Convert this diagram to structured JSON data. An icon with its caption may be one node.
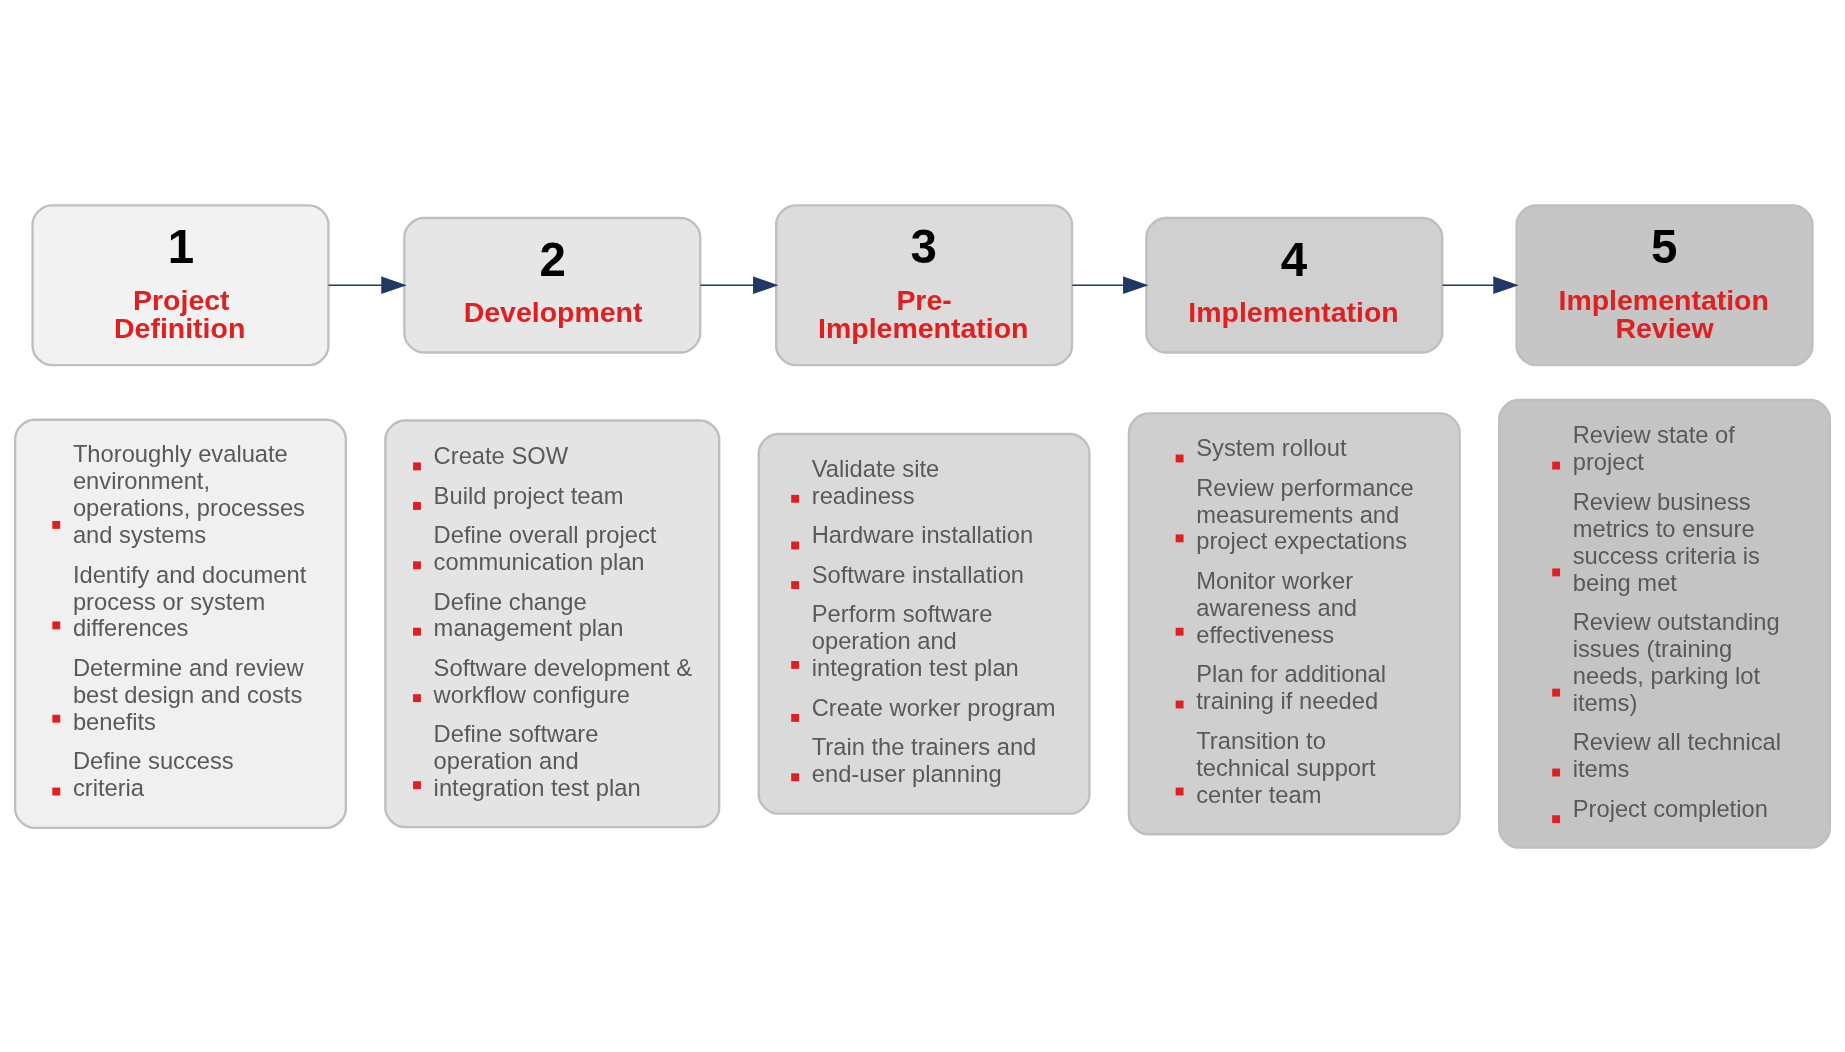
{
  "diagram": {
    "nodes": [
      {
        "text": [
          "1",
          "Project Definition"
        ]
      },
      {
        "text": [
          "2",
          "Development"
        ]
      },
      {
        "text": [
          "3",
          "Pre-Implementation"
        ]
      },
      {
        "text": [
          "4",
          "Implementation"
        ]
      },
      {
        "text": [
          "5",
          "Implementation Review"
        ]
      },
      {
        "text": [
          "Thoroughly evaluate environment, operations, processes and systems",
          "Identify and document process or system differences",
          "Determine and review best design and costs benefits",
          "Define success criteria"
        ]
      },
      {
        "text": [
          "Create SOW",
          "Build project team",
          "Define overall project communication plan",
          "Define change management plan",
          "Software development & workflow configure",
          "Define software operation and integration test plan"
        ]
      },
      {
        "text": [
          "Validate site readiness",
          "Hardware installation",
          "Software installation",
          "Perform software operation and integration test plan",
          "Create worker program",
          "Train the trainers and end-user planning"
        ]
      },
      {
        "text": [
          "System rollout",
          "Review performance measurements and project expectations",
          "Monitor worker awareness and effectiveness",
          "Plan for additional training if needed",
          "Transition to technical support center team"
        ]
      },
      {
        "text": [
          "Review state of project",
          "Review business metrics to ensure success criteria is being met",
          "Review outstanding issues (training needs, parking lot items)",
          "Review all technical items",
          "Project completion"
        ]
      }
    ],
    "edges": [
      {
        "from": 0,
        "to": 1,
        "arrow": "to"
      },
      {
        "from": 1,
        "to": 2,
        "arrow": "to"
      },
      {
        "from": 2,
        "to": 3,
        "arrow": "to"
      },
      {
        "from": 3,
        "to": 4,
        "arrow": "to"
      }
    ]
  }
}
